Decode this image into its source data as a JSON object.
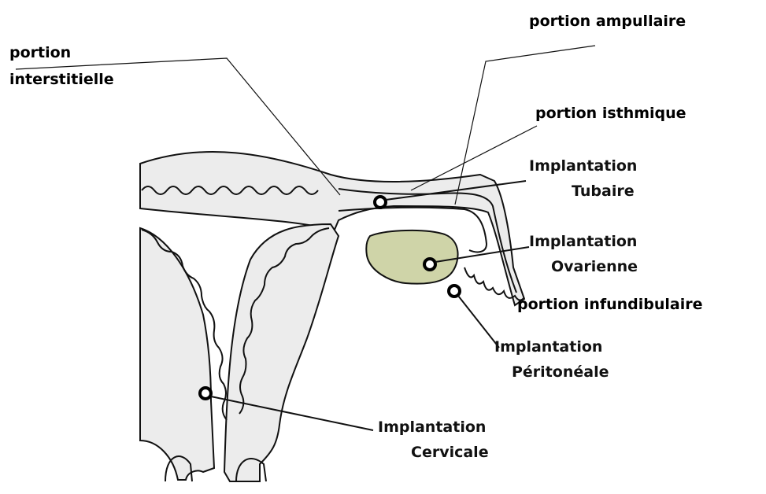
{
  "labels": {
    "ampullaire": "portion ampullaire",
    "interstitielle_1": "portion",
    "interstitielle_2": "interstitielle",
    "isthmique": "portion isthmique",
    "infundibulaire": "portion infundibulaire",
    "tubaire_1": "Implantation",
    "tubaire_2": "Tubaire",
    "ovarienne_1": "Implantation",
    "ovarienne_2": "Ovarienne",
    "peritoneale_1": "Implantation",
    "peritoneale_2": "Péritonéale",
    "cervicale_1": "Implantation",
    "cervicale_2": "Cervicale"
  },
  "colors": {
    "tissue": "#ececec",
    "ovary": "#cfd4a8",
    "line": "#000000"
  }
}
